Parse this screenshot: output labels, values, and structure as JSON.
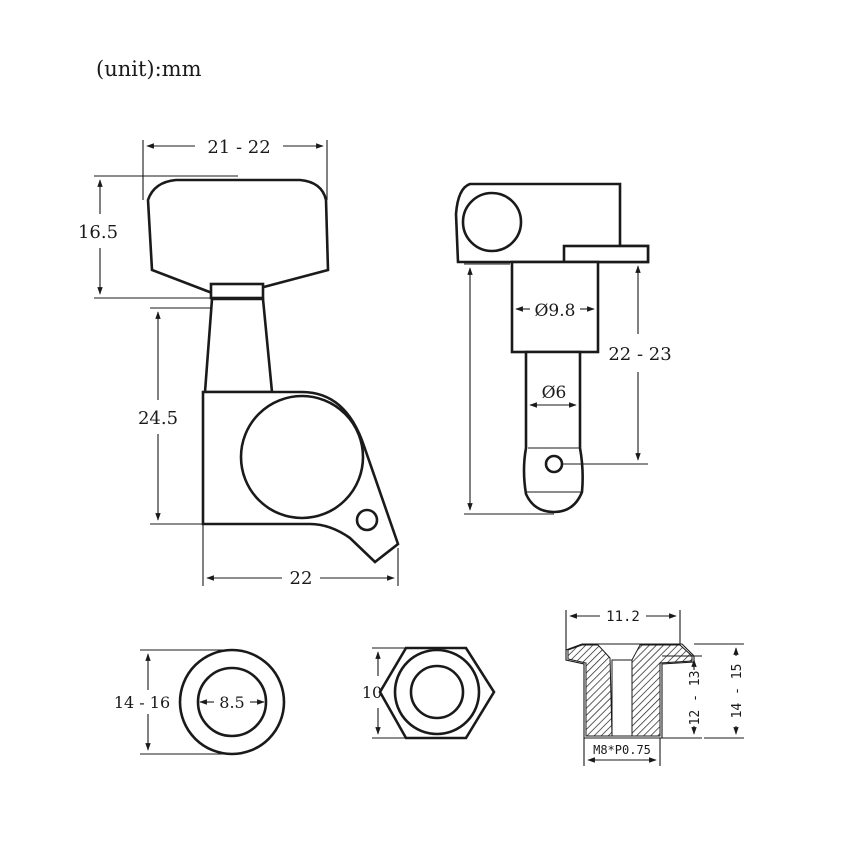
{
  "unit_label": "(unit):mm",
  "dims": {
    "knob_width": "21 - 22",
    "knob_height": "16.5",
    "body_height": "24.5",
    "body_width": "22",
    "shaft_dia_large": "Ø9.8",
    "shaft_dia_small": "Ø6",
    "post_length": "22 - 23",
    "washer_outer": "14 - 16",
    "washer_inner": "8.5",
    "hexnut_height": "10",
    "bushing_width": "11.2",
    "bushing_inner": "12 - 13",
    "bushing_outer": "14 - 15",
    "bushing_thread": "M8*P0.75"
  },
  "colors": {
    "line": "#1a1a1a",
    "background": "#ffffff"
  }
}
